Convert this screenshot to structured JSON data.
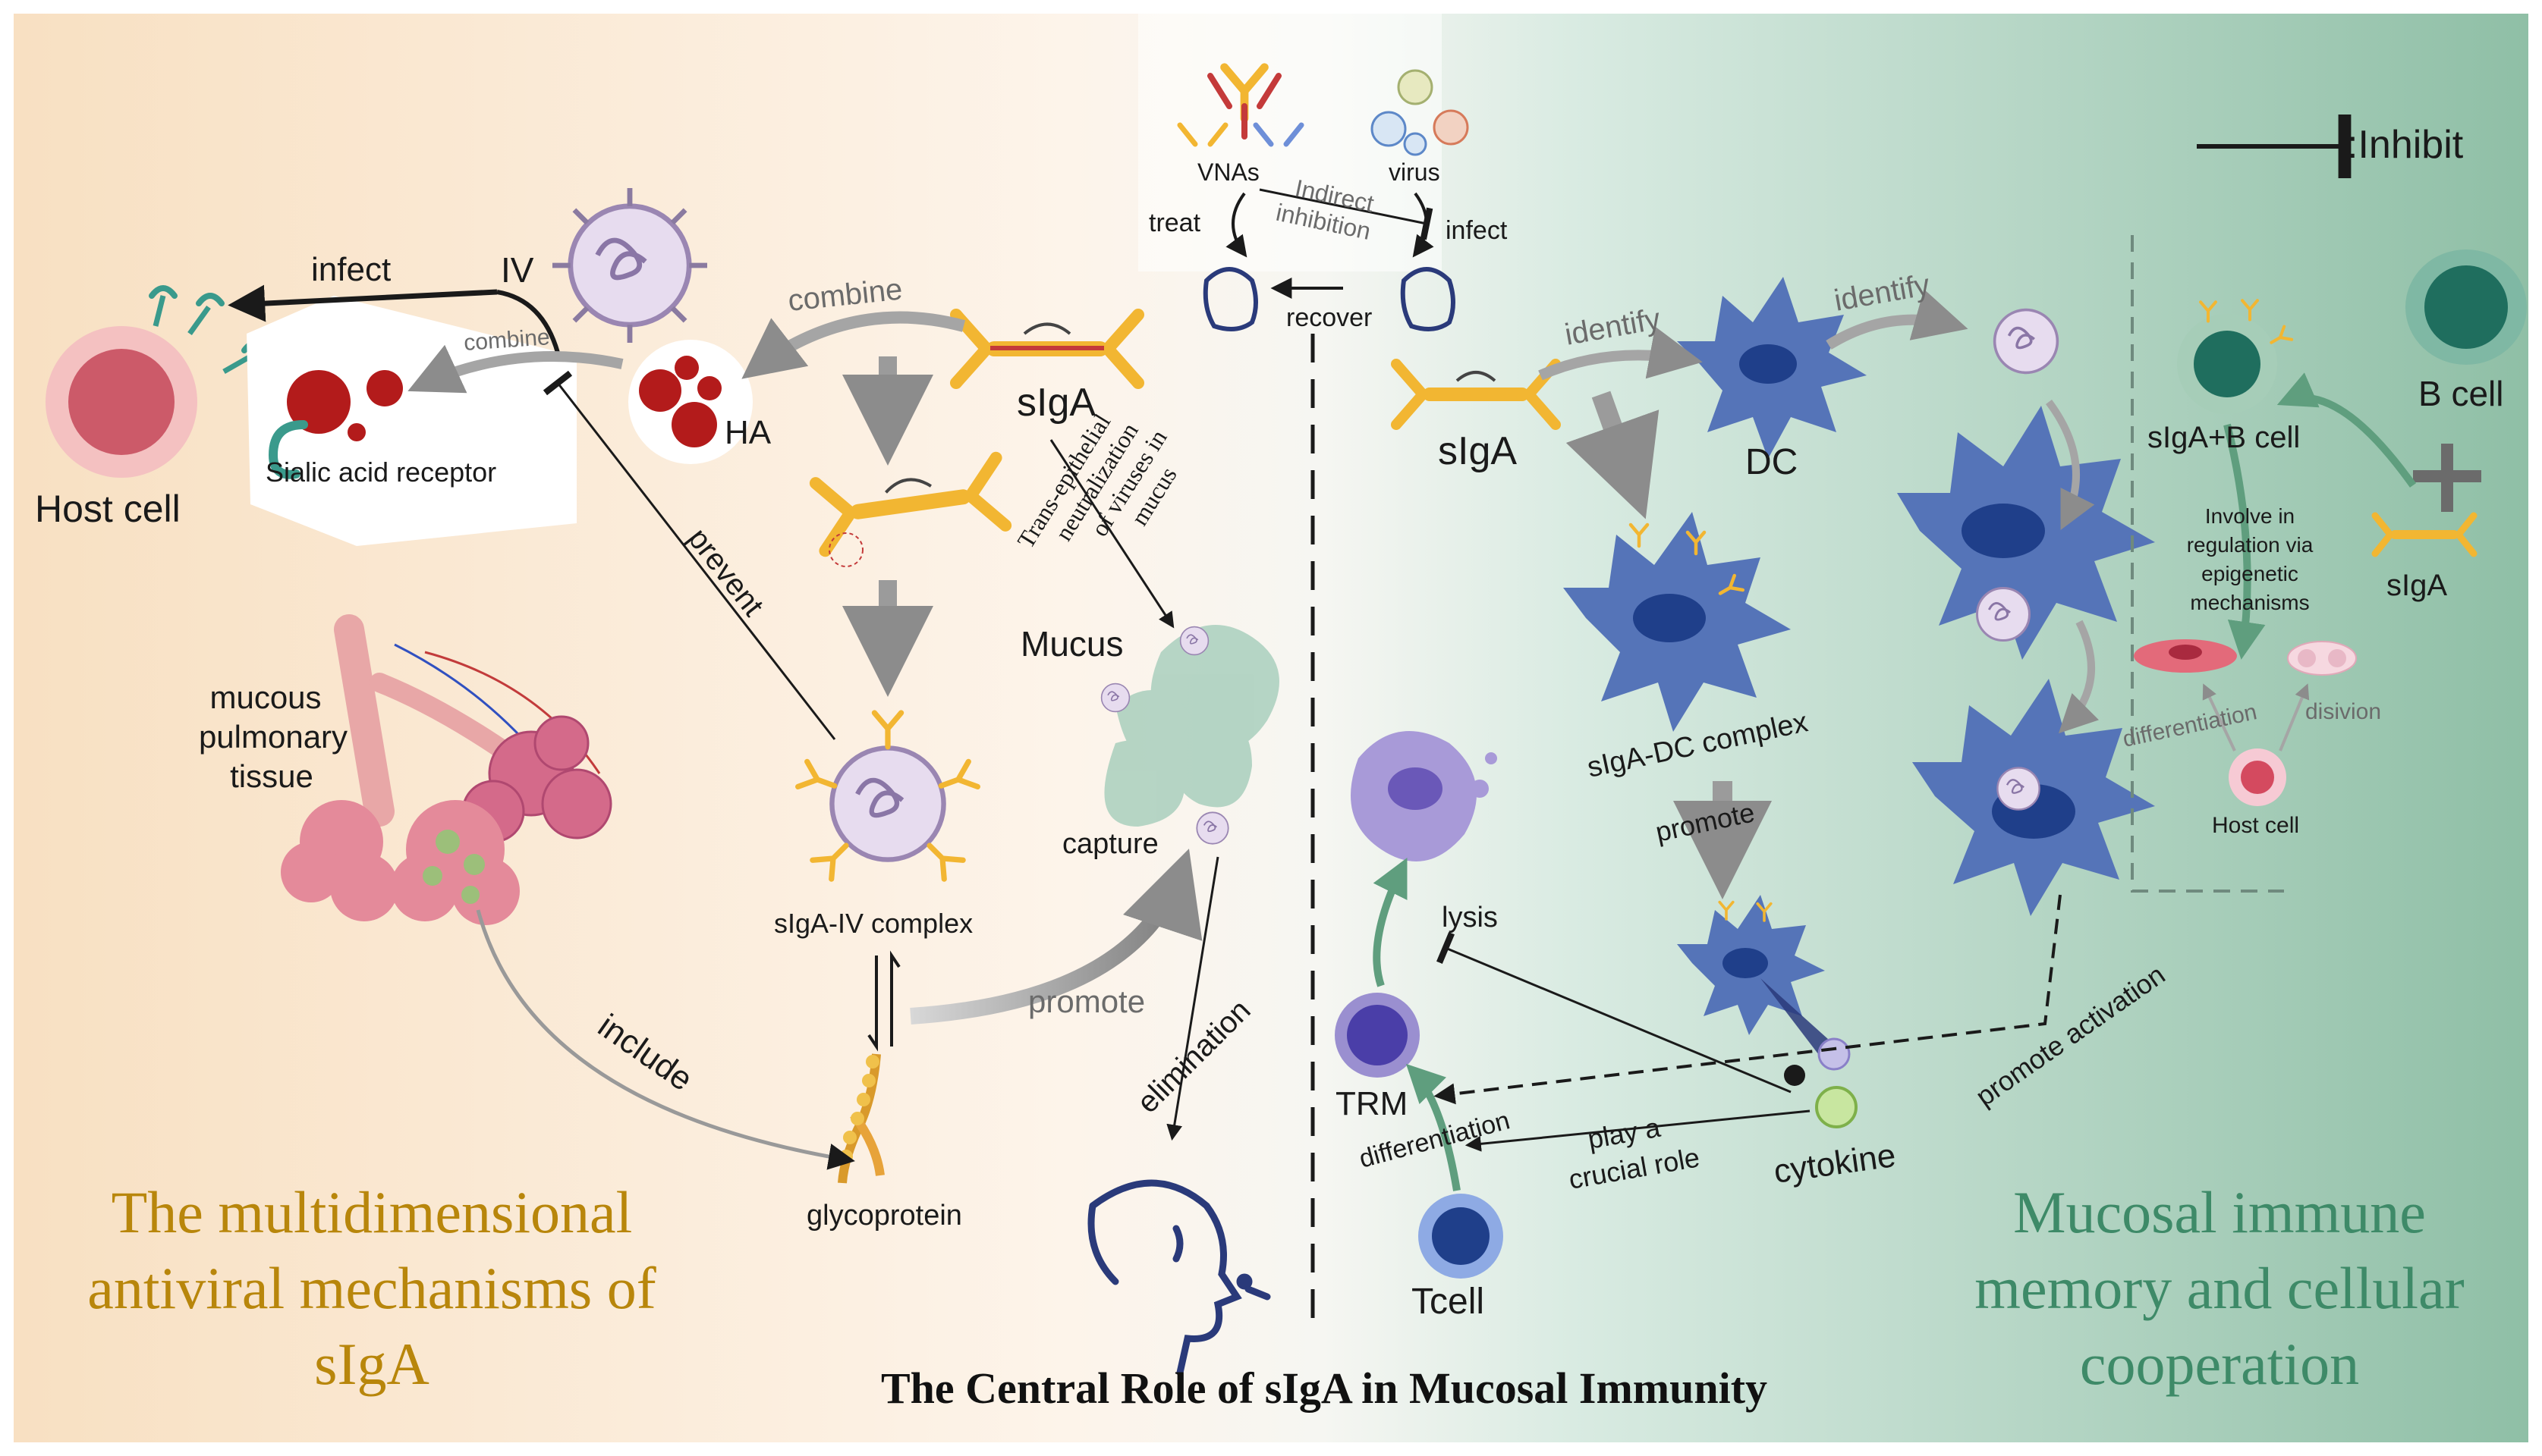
{
  "title": "The Central Role of sIgA in Mucosal Immunity",
  "left_panel": {
    "heading_lines": [
      "The multidimensional",
      "antiviral mechanisms of",
      "sIgA"
    ],
    "labels": {
      "infect": "infect",
      "iv": "IV",
      "combine_small": "combine",
      "combine": "combine",
      "host_cell": "Host cell",
      "sialic_acid_receptor": "Sialic acid receptor",
      "ha": "HA",
      "siga": "sIgA",
      "prevent": "prevent",
      "mucous_pulmonary_tissue": [
        "mucous",
        "pulmonary",
        "tissue"
      ],
      "siga_iv_complex": "sIgA-IV  complex",
      "promote": "promote",
      "include": "include",
      "glycoprotein": "glycoprotein",
      "trans_epithelial": [
        "Trans-epithelial",
        "neutralization",
        "of viruses in",
        "mucus"
      ],
      "mucus": "Mucus",
      "capture": "capture",
      "elimination": "elimination"
    }
  },
  "top_center": {
    "vnas": "VNAs",
    "virus": "virus",
    "indirect": "Indirect",
    "inhibition": "inhibition",
    "treat": "treat",
    "infect": "infect",
    "recover": "recover"
  },
  "right_panel": {
    "heading_lines": [
      "Mucosal immune",
      "memory and cellular",
      "cooperation"
    ],
    "legend_inhibit": ":Inhibit",
    "labels": {
      "identify_1": "identify",
      "identify_2": "identify",
      "siga": "sIgA",
      "dc": "DC",
      "siga_dc_complex": "sIgA-DC  complex",
      "promote": "promote",
      "lysis": "lysis",
      "trm": "TRM",
      "differentiation": "differentiation",
      "play_a_crucial_role": [
        "play a",
        "crucial role"
      ],
      "cytokine": "cytokine",
      "tcell": "Tcell",
      "promote_activation": "promote activation",
      "siga_b_cell": "sIgA+B cell",
      "b_cell": "B  cell",
      "siga_small": "sIgA",
      "epigenetic": [
        "Involve in",
        "regulation via",
        "epigenetic",
        "mechanisms"
      ],
      "differentiation_small": "differentiation",
      "division": "disivion",
      "host_cell_small": "Host cell"
    }
  },
  "colors": {
    "left_bg": "#f8e3c8",
    "right_bg": "#8fbfa6",
    "heading_left": "#b8860b",
    "heading_right": "#3e8a68",
    "virus": "#b8a6c8",
    "dc": "#5574b8",
    "antibody": "#f2b632"
  }
}
